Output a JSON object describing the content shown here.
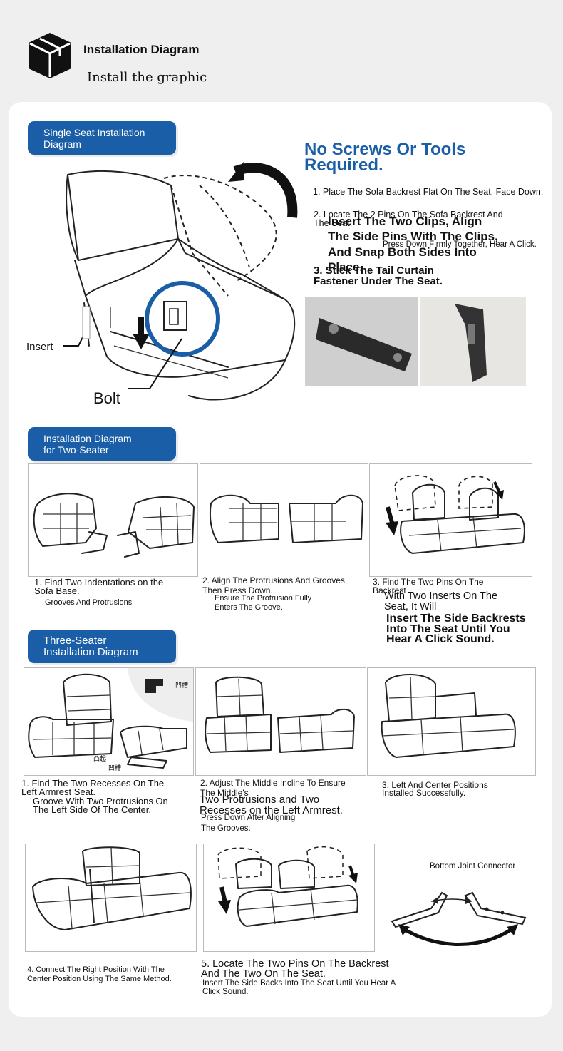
{
  "header": {
    "title": "Installation Diagram",
    "subtitle": "Install the graphic",
    "icon": "package-box-icon"
  },
  "single": {
    "pill_lines": [
      "Single Seat Installation",
      "Diagram"
    ],
    "headline_lines": [
      "No Screws Or Tools",
      "Required."
    ],
    "steps": [
      "1. Place The Sofa Backrest Flat On The Seat, Face Down.",
      "2. Locate The 2 Pins On The Sofa Backrest And",
      "The Seat.",
      "Insert The Two Clips, Align",
      "The Side Pins With The Clips,",
      "And Snap Both Sides Into",
      "Place.",
      "Press Down Firmly Together, Hear A Click.",
      "3. Stick The Tail Curtain",
      "Fastener Under The Seat."
    ],
    "label_insert": "Insert",
    "label_bolt": "Bolt",
    "accent_color": "#1a5ea8"
  },
  "two_seater": {
    "pill_lines": [
      "Installation Diagram",
      "for Two-Seater"
    ],
    "captions": [
      [
        "1. Find Two Indentations on the",
        "Sofa Base.",
        "Grooves And Protrusions"
      ],
      [
        "2. Align The Protrusions And Grooves,",
        "Then Press Down.",
        "Ensure The Protrusion Fully",
        "Enters The Groove."
      ],
      [
        "3. Find The Two Pins On The",
        "Backrest",
        "With Two Inserts On The",
        "Seat, It Will",
        "Insert The Side Backrests",
        "Into The Seat Until You",
        "Hear A Click Sound."
      ]
    ]
  },
  "three_seater": {
    "pill_lines": [
      "Three-Seater",
      "Installation Diagram"
    ],
    "fig1_labels": [
      "凹槽",
      "凸起",
      "凹槽"
    ],
    "captions_row1": [
      [
        "1. Find The Two Recesses On The",
        "Left Armrest Seat.",
        "Groove With Two Protrusions On",
        "The Left Side Of The Center."
      ],
      [
        "2. Adjust The Middle Incline To Ensure",
        "The Middle's",
        "Two Protrusions and Two",
        "Recesses on the Left Armrest.",
        "Press Down After Aligning",
        "The Grooves."
      ],
      [
        "3. Left And Center Positions",
        "Installed Successfully."
      ]
    ],
    "bottom_joint_label": "Bottom Joint Connector",
    "captions_row2": [
      [
        "4. Connect The Right Position With The",
        "Center Position Using The Same Method."
      ],
      [
        "5. Locate The Two Pins On The Backrest",
        "And The Two On The Seat.",
        "Insert The Side Backs Into The Seat Until You Hear A",
        "Click Sound."
      ]
    ]
  }
}
